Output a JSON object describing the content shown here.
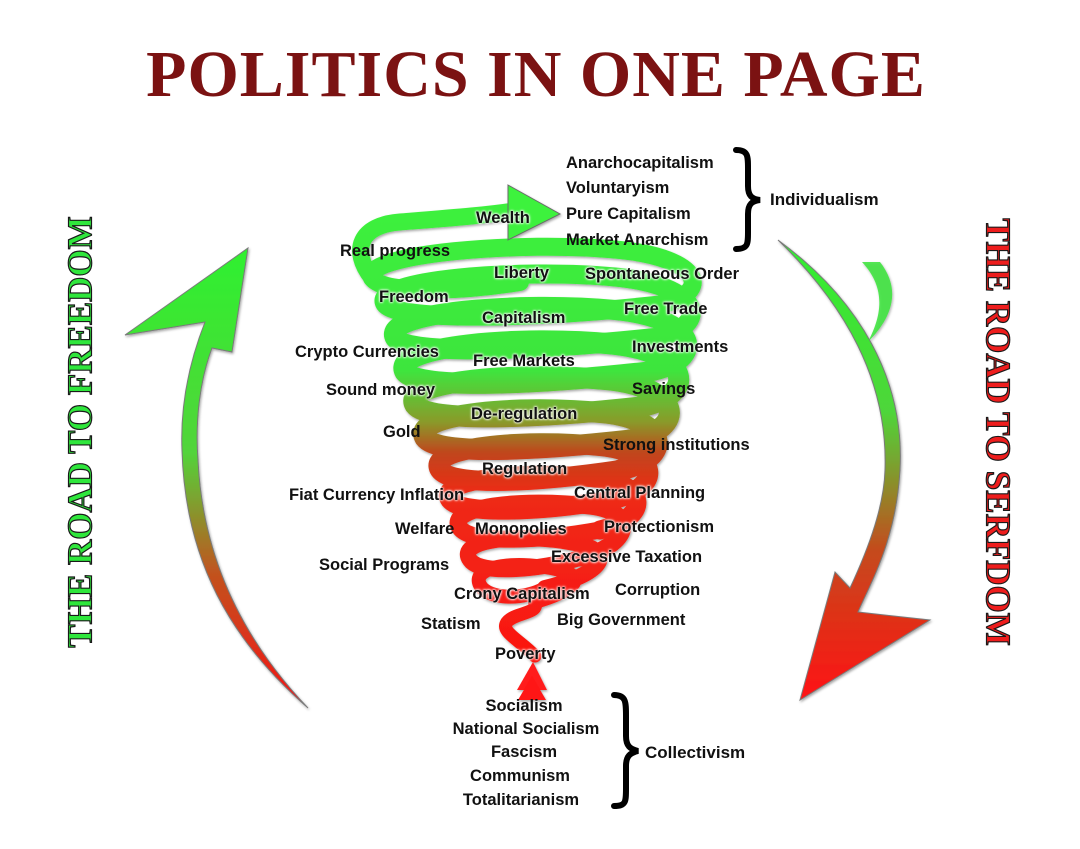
{
  "title": "POLITICS IN ONE PAGE",
  "side_left": "THE ROAD TO FREEDOM",
  "side_right": "THE ROAD TO SERFDOM",
  "colors": {
    "title": "#7b1212",
    "freedom": "#2fe63c",
    "serfdom": "#ee1d1d"
  },
  "individualism": {
    "label": "Individualism",
    "items": [
      "Anarchocapitalism",
      "Voluntaryism",
      "Pure Capitalism",
      "Market Anarchism"
    ]
  },
  "collectivism": {
    "label": "Collectivism",
    "items": [
      "Socialism",
      "National Socialism",
      "Fascism",
      "Communism",
      "Totalitarianism"
    ]
  },
  "spiral_terms": [
    "Wealth",
    "Real progress",
    "Liberty",
    "Spontaneous Order",
    "Freedom",
    "Free Trade",
    "Capitalism",
    "Crypto Currencies",
    "Investments",
    "Free Markets",
    "Sound money",
    "Savings",
    "De-regulation",
    "Gold",
    "Strong institutions",
    "Regulation",
    "Fiat Currency Inflation",
    "Central Planning",
    "Welfare",
    "Monopolies",
    "Protectionism",
    "Excessive Taxation",
    "Social Programs",
    "Crony Capitalism",
    "Corruption",
    "Statism",
    "Big Government",
    "Poverty"
  ]
}
